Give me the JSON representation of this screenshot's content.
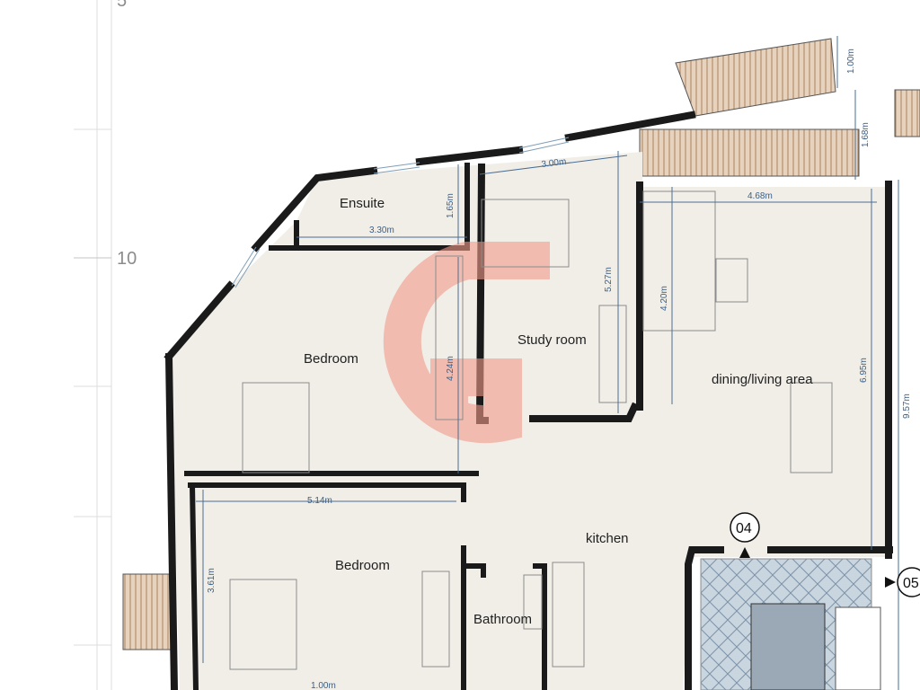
{
  "rooms": {
    "ensuite": "Ensuite",
    "bedroom_upper": "Bedroom",
    "study_room": "Study room",
    "dining_living": "dining/living area",
    "kitchen": "kitchen",
    "bedroom_lower": "Bedroom",
    "bathroom": "Bathroom"
  },
  "dimensions": {
    "ensuite_width": "3.30m",
    "ensuite_depth": "1.65m",
    "study_width": "3.00m",
    "study_depth": "5.27m",
    "bedroom_upper_depth": "4.24m",
    "living_width": "4.68m",
    "living_inner_depth": "4.20m",
    "living_depth": "6.95m",
    "right_overall": "9.57m",
    "balcony_width": "1.00m",
    "balcony_depth": "1.68m",
    "bedroom_lower_width": "5.14m",
    "bedroom_lower_depth": "3.61m",
    "bottom_partial": "1.00m"
  },
  "grid": {
    "label_top": "5",
    "label_10": "10"
  },
  "markers": {
    "marker_04": "04",
    "marker_05": "05"
  },
  "colors": {
    "floor_fill": "#f1eee8",
    "wall_stroke": "#1a1a1a",
    "dimension": "#4a6f96",
    "terrace": "#e7d3bd",
    "terrace_lines": "#a9835f",
    "stair_fill": "#c9d5df",
    "watermark": "#f29a88"
  }
}
